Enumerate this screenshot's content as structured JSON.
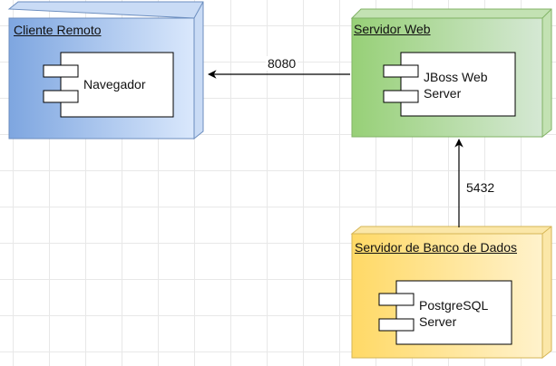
{
  "nodes": {
    "cliente": {
      "title": "Cliente Remoto",
      "component": "Navegador",
      "fill_from": "#7ea6e0",
      "fill_to": "#dae8fc",
      "stroke": "#6c8ebf"
    },
    "servidor_web": {
      "title": "Servidor Web",
      "component": "JBoss Web\nServer",
      "fill_from": "#97d077",
      "fill_to": "#d5e8d4",
      "stroke": "#82b366"
    },
    "banco": {
      "title": "Servidor de Banco de Dados",
      "component": "PostgreSQL\nServer",
      "fill_from": "#ffd966",
      "fill_to": "#fff2cc",
      "stroke": "#d6b656"
    }
  },
  "edges": {
    "web_to_cliente": {
      "label": "8080"
    },
    "banco_to_web": {
      "label": "5432"
    }
  }
}
